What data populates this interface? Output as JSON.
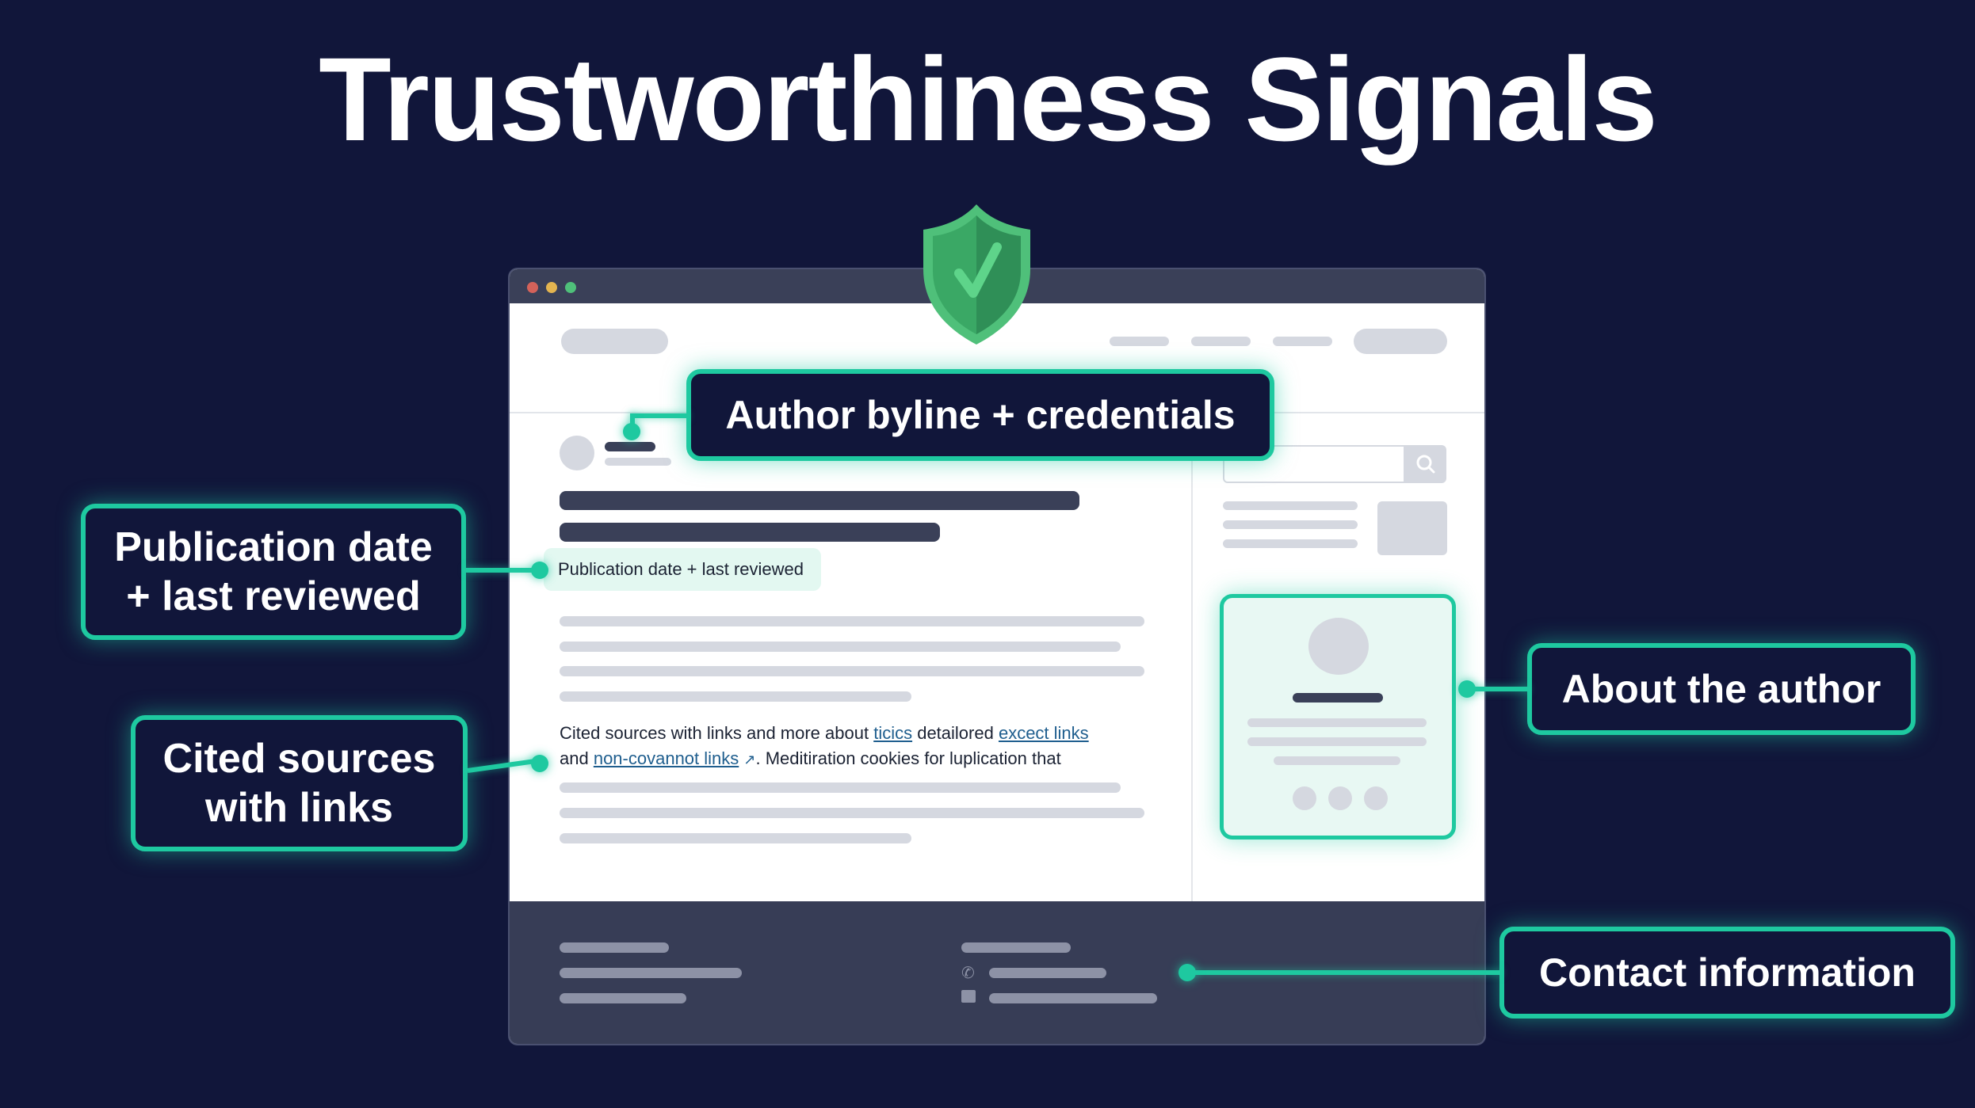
{
  "title": "Trustworthiness Signals",
  "colors": {
    "background": "#11163a",
    "accent": "#1ec9a0",
    "shield_green": "#3aa865",
    "browser_titlebar": "#3a4058",
    "footer": "#373d56",
    "placeholder": "#d5d8e0",
    "heading_bar": "#3a4058",
    "link": "#1f5e8e"
  },
  "icons": {
    "shield": "shield-check-icon",
    "search": "search-icon",
    "phone": "phone-icon",
    "mail": "mail-icon",
    "external_link": "external-link-icon"
  },
  "browser": {
    "window_controls": [
      "close",
      "minimize",
      "maximize"
    ],
    "publication_chip": "Publication date + last reviewed",
    "cited_text": {
      "part1": "Cited sources with links and more about ",
      "link1": "ticics",
      "part2": " detailored ",
      "link2": "excect links",
      "part3": " and ",
      "link3": "non-covannot links",
      "part4": ". Meditiration cookies for luplication that"
    }
  },
  "callouts": {
    "author_byline": "Author byline + credentials",
    "publication_date_line1": "Publication date",
    "publication_date_line2": "+ last reviewed",
    "cited_sources_line1": "Cited sources",
    "cited_sources_line2": "with links",
    "about_author": "About the author",
    "contact_info": "Contact information"
  }
}
